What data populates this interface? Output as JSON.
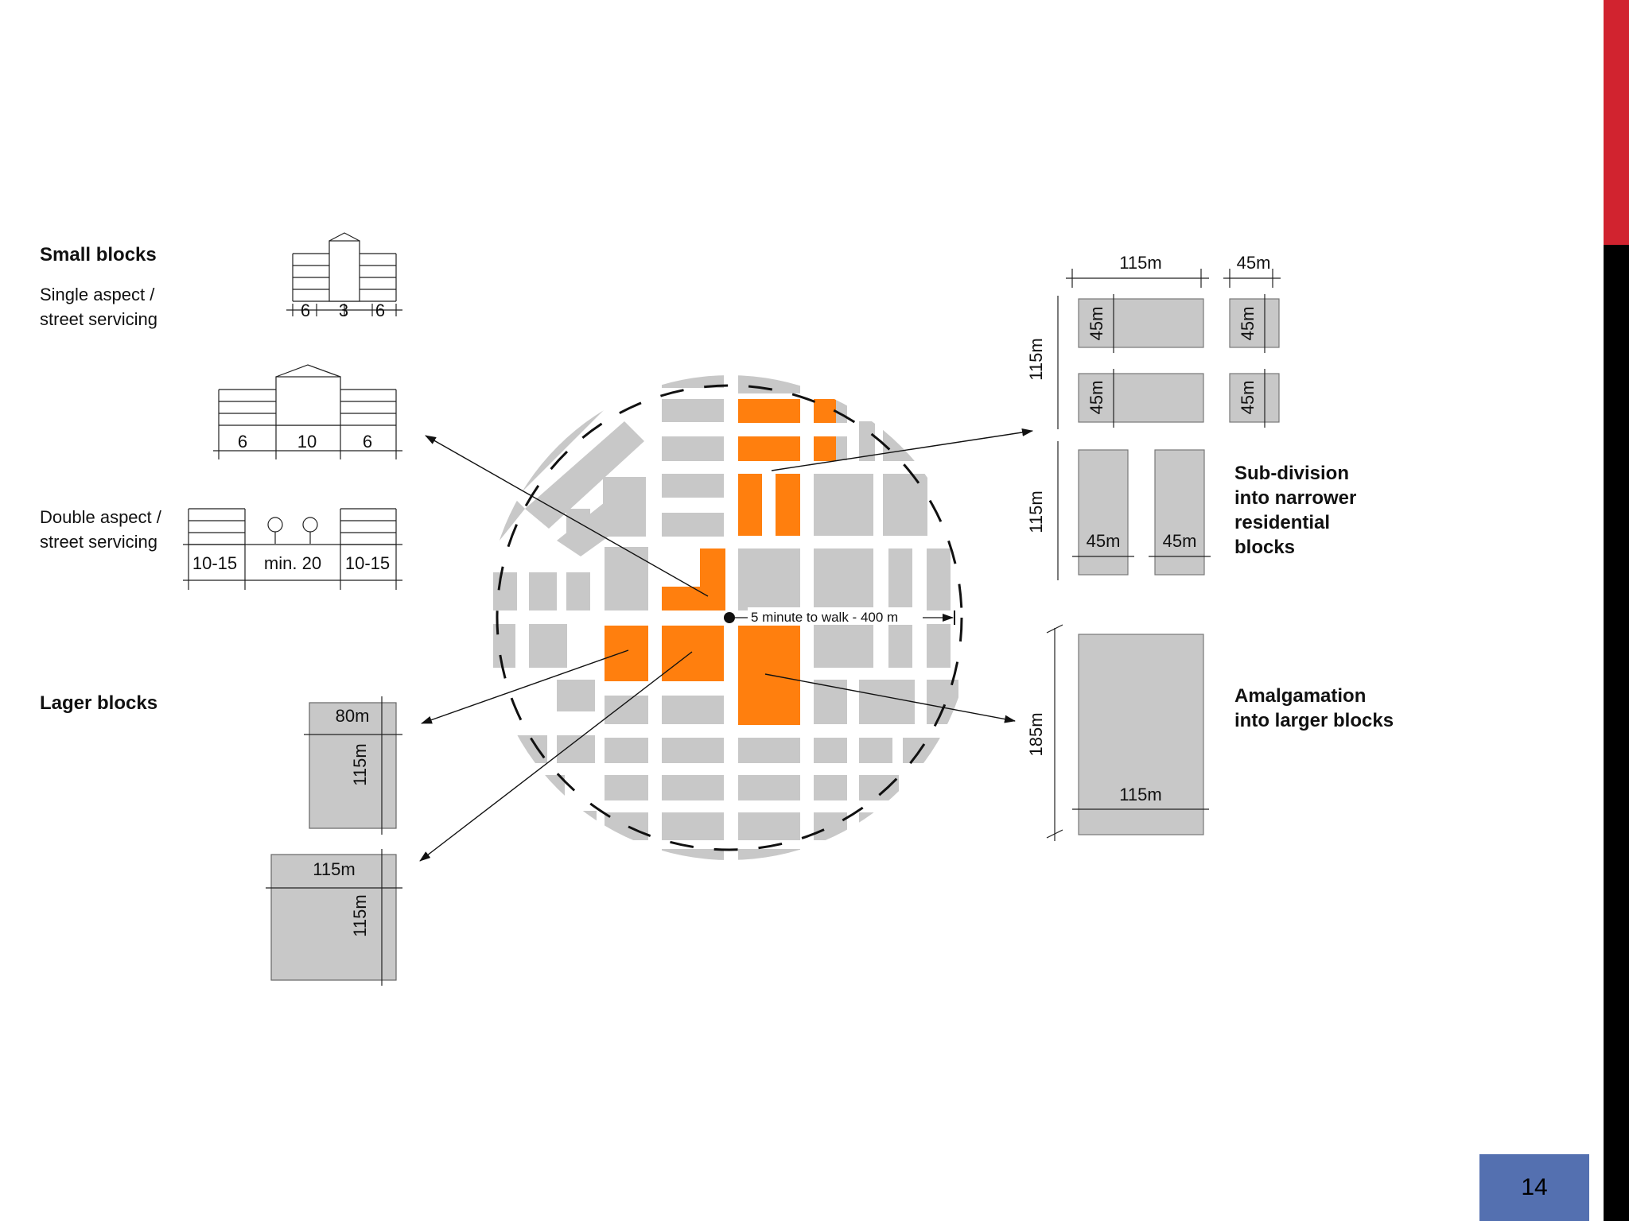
{
  "slide": {
    "page_number": "14"
  },
  "left": {
    "small_blocks_title": "Small blocks",
    "single_aspect_line1": "Single aspect /",
    "single_aspect_line2": "street servicing",
    "dims_small": [
      "6",
      "3",
      "6"
    ],
    "dims_medium": [
      "6",
      "10",
      "6"
    ],
    "double_aspect_line1": "Double aspect /",
    "double_aspect_line2": "street servicing",
    "dims_double": [
      "10-15",
      "min. 20",
      "10-15"
    ],
    "larger_blocks_title": "Lager blocks",
    "block_a_width": "80m",
    "block_a_height": "115m",
    "block_b_width": "115m",
    "block_b_height": "115m"
  },
  "center": {
    "walk_label": "5 minute to walk - 400 m"
  },
  "right": {
    "top_dim_115": "115m",
    "top_dim_45": "45m",
    "small_45_a": "45m",
    "small_45_b": "45m",
    "small_45_c": "45m",
    "small_45_d": "45m",
    "side_115_a": "115m",
    "side_115_b": "115m",
    "narrow_45_a": "45m",
    "narrow_45_b": "45m",
    "subdivision_line1": "Sub-division",
    "subdivision_line2": "into narrower",
    "subdivision_line3": "residential",
    "subdivision_line4": "blocks",
    "large_height": "185m",
    "large_width": "115m",
    "amalgamation_line1": "Amalgamation",
    "amalgamation_line2": "into larger blocks"
  },
  "colors": {
    "accent_red": "#d1232f",
    "accent_black": "#000000",
    "page_box": "#5470b0",
    "block_grey": "#c8c8c8",
    "block_orange": "#ff7f0e"
  }
}
